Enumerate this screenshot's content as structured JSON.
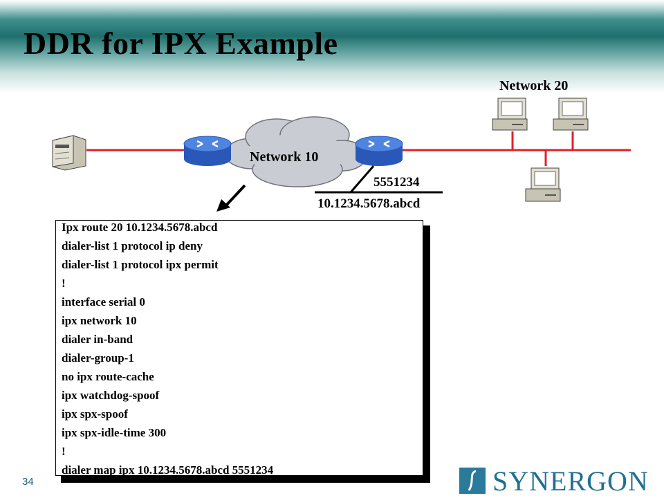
{
  "slide": {
    "title": "DDR for IPX Example",
    "page_number": "34"
  },
  "network": {
    "network_10_label": "Network 10",
    "network_20_label": "Network 20",
    "phone_number": "5551234",
    "ipx_address": "10.1234.5678.abcd",
    "link_color": "#e0202a",
    "router_color": "#3f6fd0"
  },
  "config": {
    "lines": [
      "Ipx route 20 10.1234.5678.abcd",
      "dialer-list 1 protocol ip deny",
      "dialer-list 1 protocol ipx permit",
      "!",
      "interface serial 0",
      "ipx network 10",
      "dialer in-band",
      "dialer-group-1",
      "no ipx route-cache",
      "ipx watchdog-spoof",
      "ipx spx-spoof",
      "ipx spx-idle-time 300",
      "!",
      "dialer map ipx 10.1234.5678.abcd 5551234"
    ]
  },
  "logo": {
    "text": "SYNERGON",
    "icon": "synergon-logo-icon",
    "color": "#1f6f93"
  }
}
